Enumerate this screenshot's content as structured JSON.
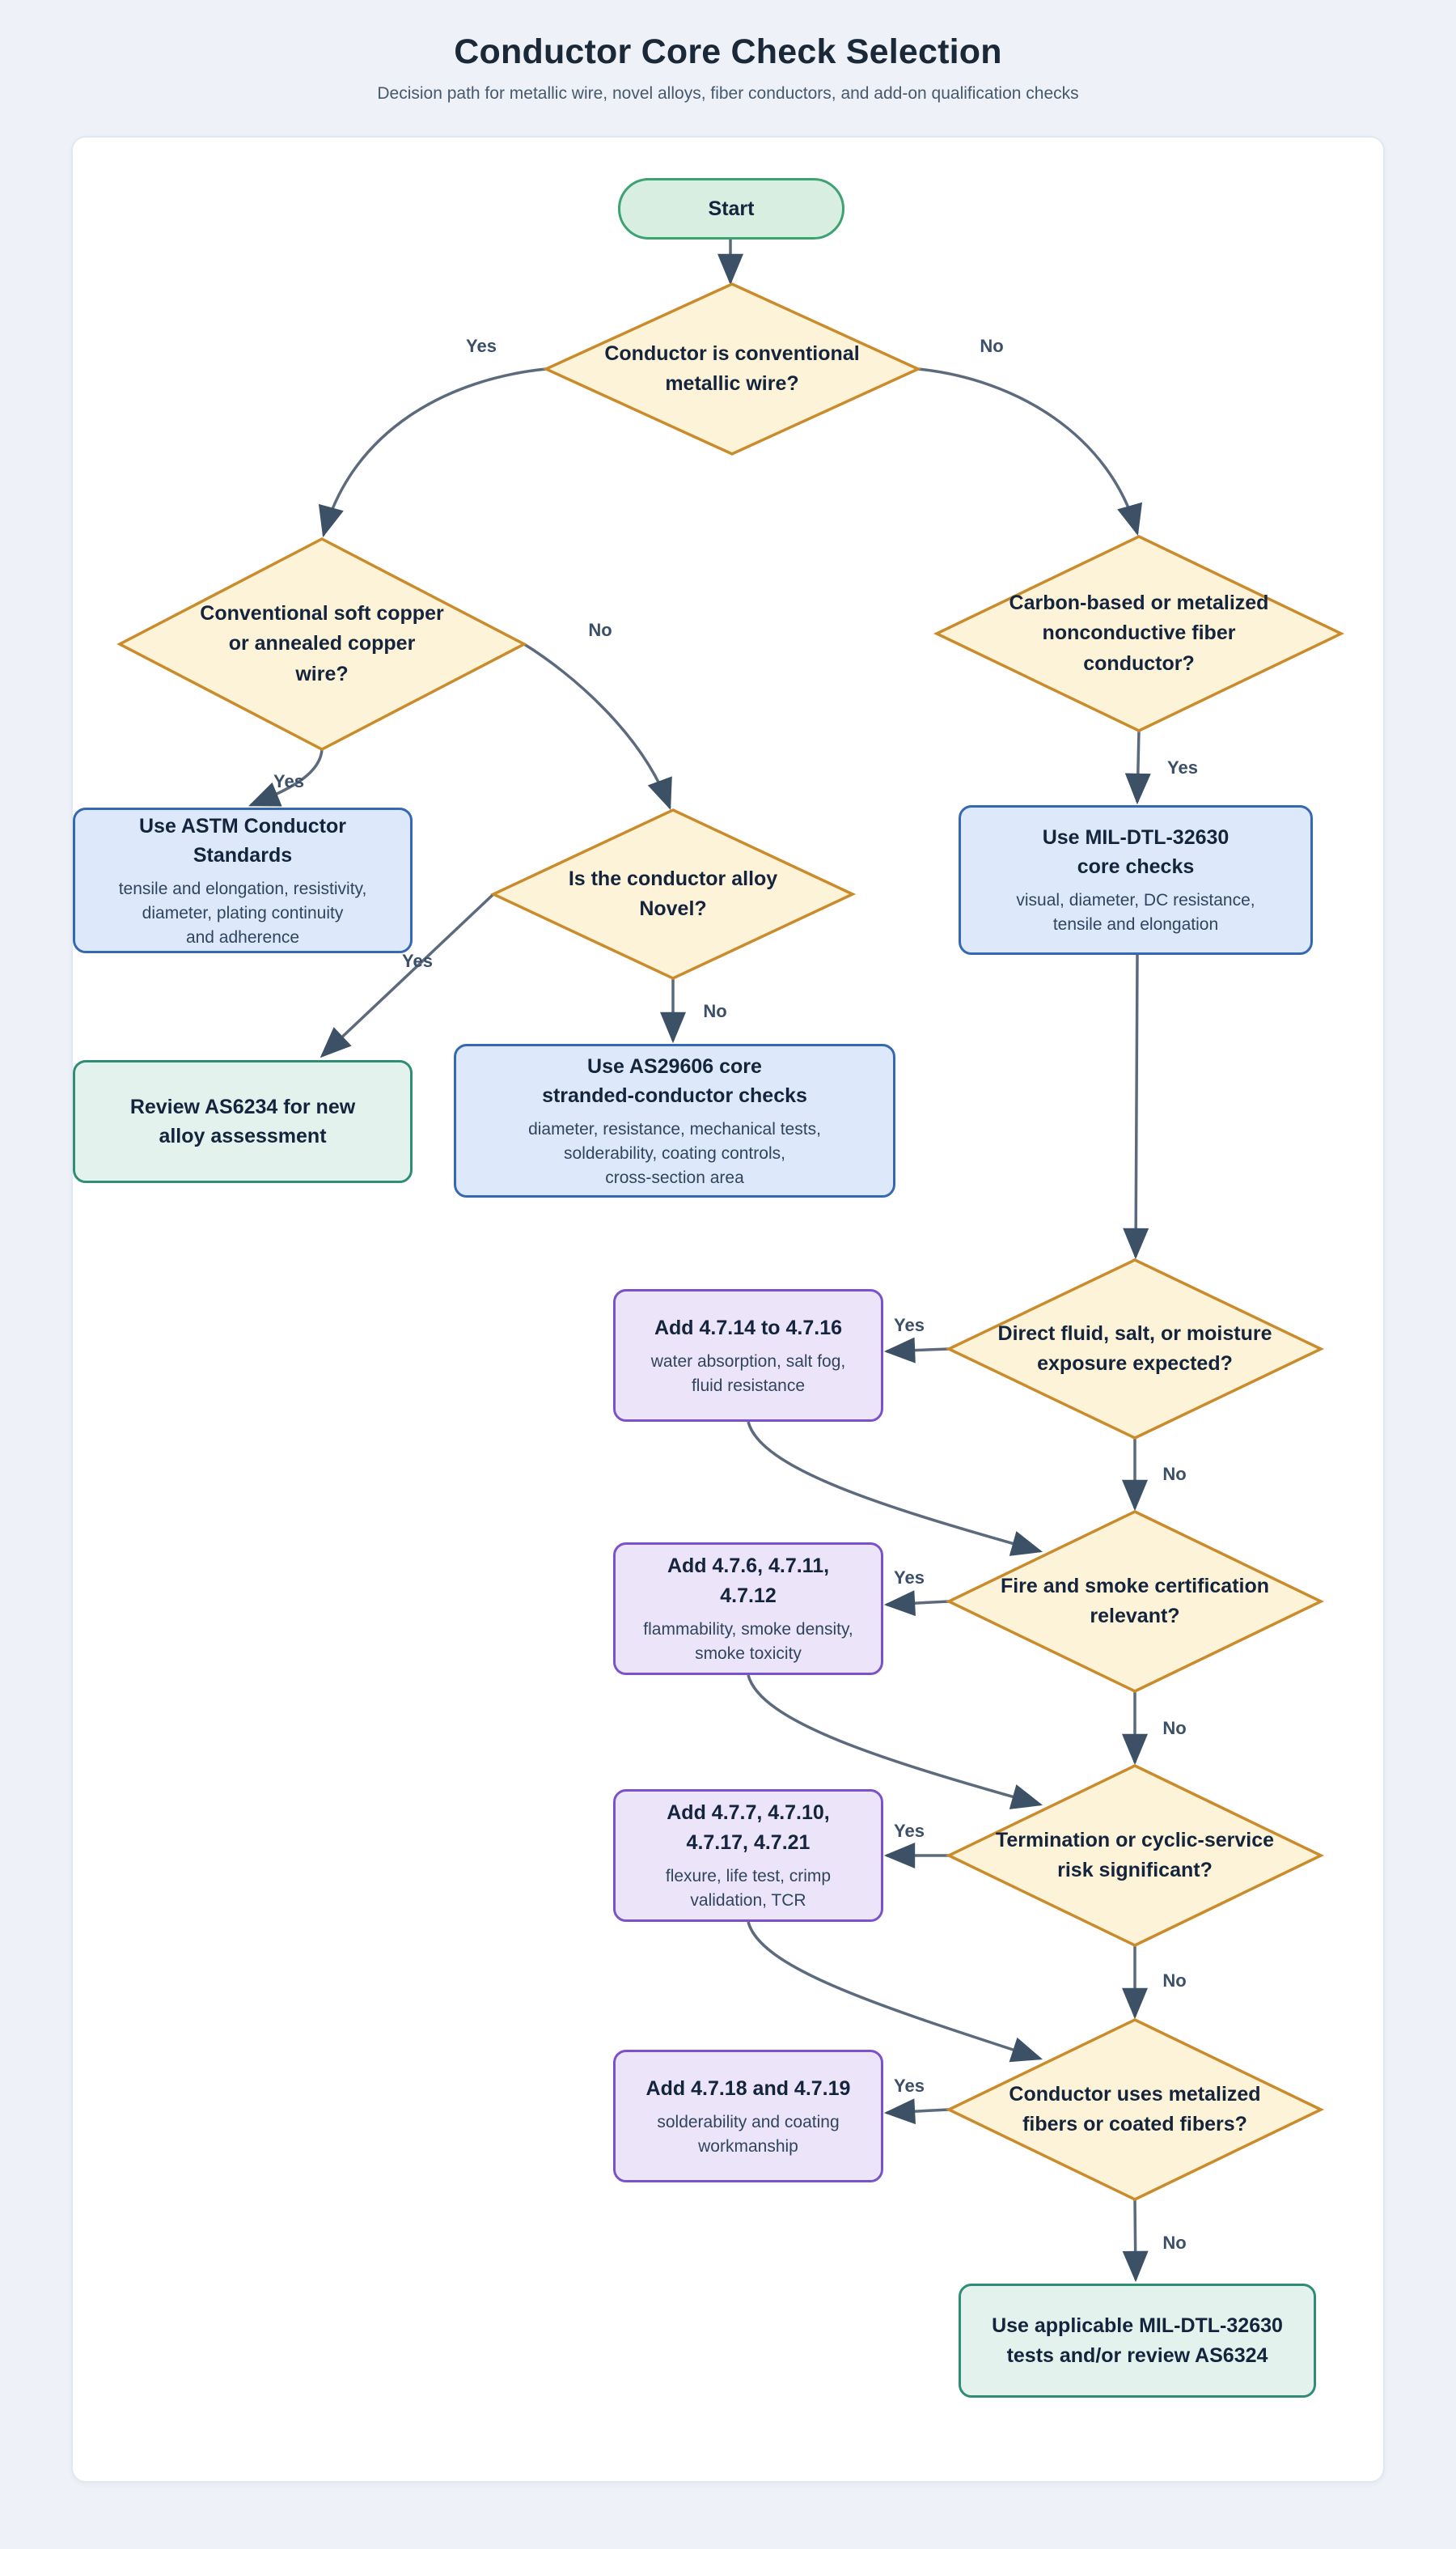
{
  "header": {
    "title": "Conductor Core Check Selection",
    "subtitle": "Decision path for metallic wire, novel alloys, fiber conductors, and add-on qualification checks"
  },
  "flow": {
    "start": {
      "label": "Start"
    },
    "decisions": {
      "metallic": {
        "label": "Conductor is conventional\nmetallic wire?"
      },
      "soft_copper": {
        "label": "Conventional soft copper\nor annealed copper\nwire?"
      },
      "fiber": {
        "label": "Carbon-based or metalized\nnonconductive fiber\nconductor?"
      },
      "novel": {
        "label": "Is the conductor alloy\nNovel?"
      },
      "fluid": {
        "label": "Direct fluid, salt, or moisture\nexposure expected?"
      },
      "fire": {
        "label": "Fire and smoke certification\nrelevant?"
      },
      "termination": {
        "label": "Termination or cyclic-service\nrisk significant?"
      },
      "metalized": {
        "label": "Conductor uses metalized\nfibers or coated fibers?"
      }
    },
    "results": {
      "astm": {
        "title": "Use ASTM Conductor\nStandards",
        "subtitle": "tensile and elongation, resistivity,\ndiameter, plating continuity\nand adherence"
      },
      "review_as6234": {
        "title": "Review AS6234 for new\nalloy assessment"
      },
      "as29606": {
        "title": "Use AS29606 core\nstranded-conductor checks",
        "subtitle": "diameter, resistance, mechanical tests,\nsolderability, coating controls,\ncross-section area"
      },
      "mil32630": {
        "title": "Use MIL-DTL-32630\ncore checks",
        "subtitle": "visual, diameter, DC resistance,\ntensile and elongation"
      },
      "add_fluid": {
        "title": "Add 4.7.14 to 4.7.16",
        "subtitle": "water absorption, salt fog,\nfluid resistance"
      },
      "add_fire": {
        "title": "Add 4.7.6, 4.7.11,\n4.7.12",
        "subtitle": "flammability, smoke density,\nsmoke toxicity"
      },
      "add_termination": {
        "title": "Add 4.7.7, 4.7.10,\n4.7.17, 4.7.21",
        "subtitle": "flexure, life test, crimp\nvalidation, TCR"
      },
      "add_metalized": {
        "title": "Add 4.7.18 and 4.7.19",
        "subtitle": "solderability and coating\nworkmanship"
      },
      "final": {
        "title": "Use applicable MIL-DTL-32630\ntests and/or review AS6324"
      }
    },
    "edge_labels": {
      "metallic_yes": "Yes",
      "metallic_no": "No",
      "soft_copper_yes": "Yes",
      "soft_copper_no": "No",
      "novel_yes": "Yes",
      "novel_no": "No",
      "fiber_yes": "Yes",
      "fluid_yes": "Yes",
      "fluid_no": "No",
      "fire_yes": "Yes",
      "fire_no": "No",
      "termination_yes": "Yes",
      "termination_no": "No",
      "metalized_yes": "Yes",
      "metalized_no": "No"
    }
  },
  "colors": {
    "page-bg": "#eef2f8",
    "card-bg": "#ffffff",
    "card-border": "#e2e8f0",
    "title": "#1b2838",
    "subtitle": "#46586c",
    "decision-fill": "#fdf3d8",
    "decision-stroke": "#ca8b2b",
    "info-fill": "#dde9fb",
    "info-stroke": "#3568b2",
    "addon-fill": "#ece5f9",
    "addon-stroke": "#7b52c9",
    "start-fill": "#d8eee1",
    "start-stroke": "#3da271",
    "terminal-fill": "#e4f2ed",
    "terminal-stroke": "#2f8d76",
    "edge": "#5b6b7d",
    "arrow": "#3d5166",
    "edge-label": "#3b4f68",
    "node-text": "#15243d",
    "node-subtext": "#31445f"
  }
}
